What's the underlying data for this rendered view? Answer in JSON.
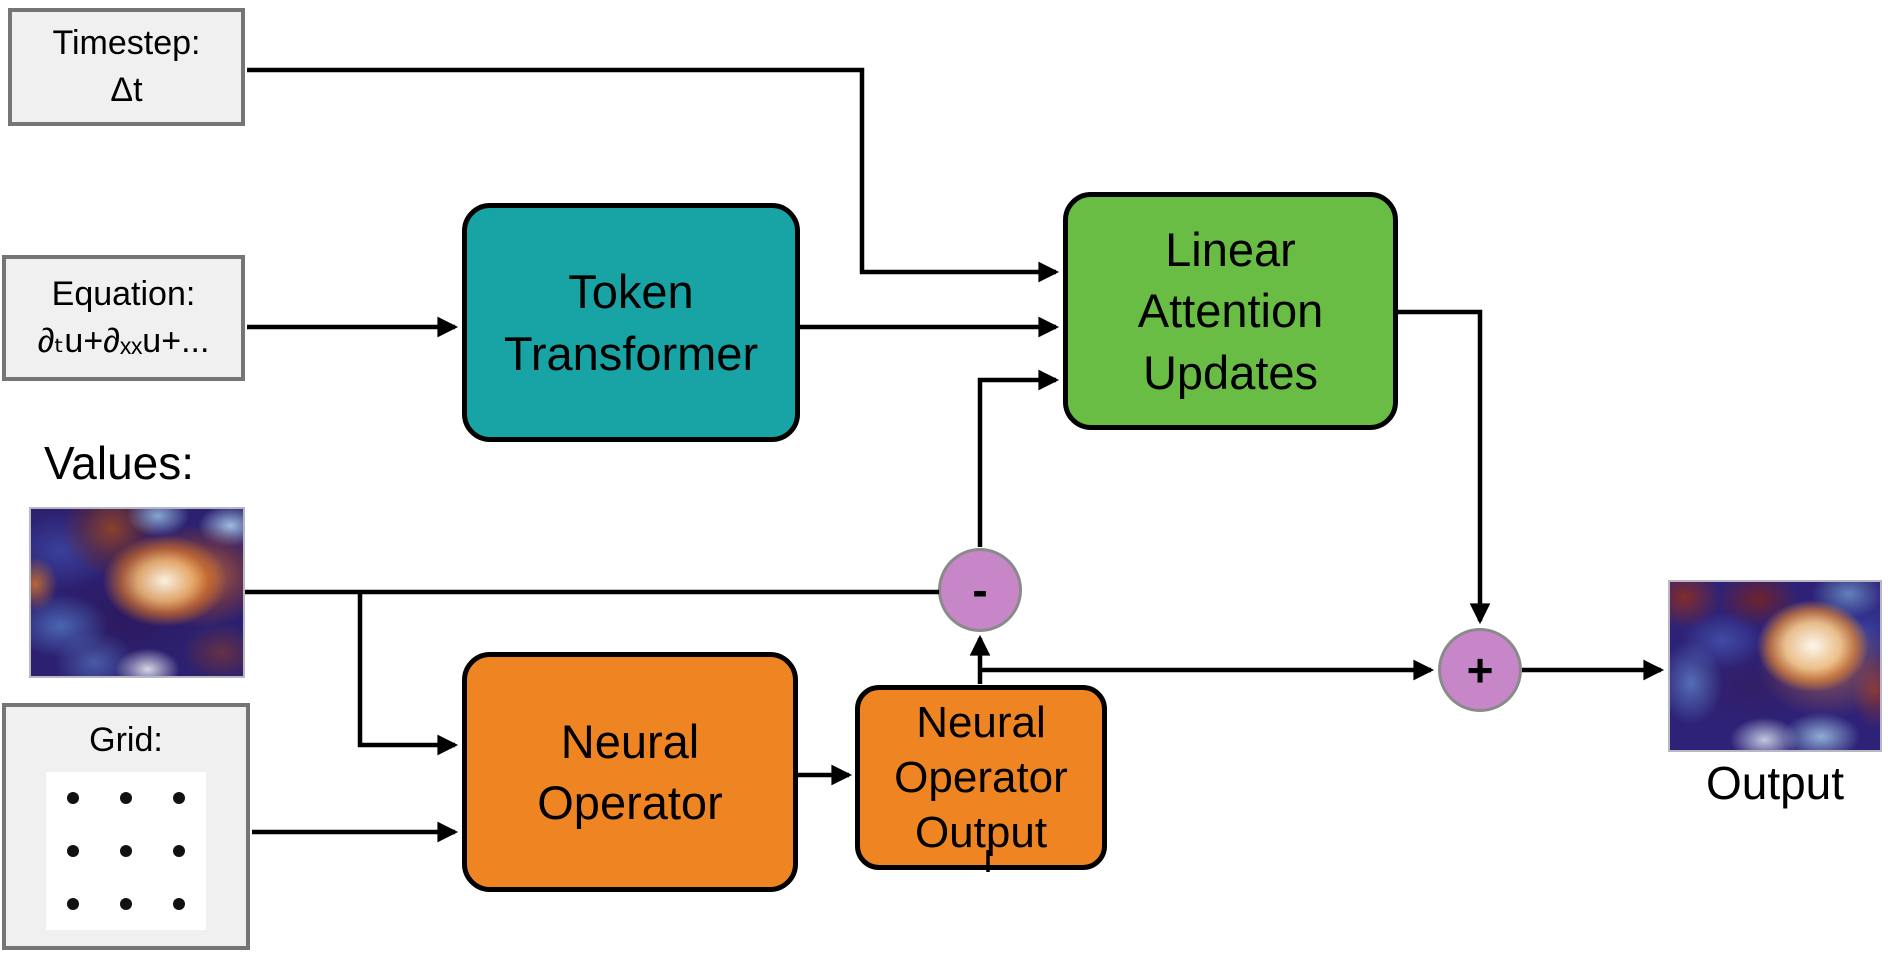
{
  "nodes": {
    "timestep": {
      "line1": "Timestep:",
      "line2": "Δt"
    },
    "equation": {
      "line1": "Equation:",
      "line2": "∂ₜu+∂ₓₓu+..."
    },
    "values": {
      "label": "Values:"
    },
    "grid": {
      "label": "Grid:"
    },
    "token_transformer": {
      "line1": "Token",
      "line2": "Transformer"
    },
    "linear_attention": {
      "line1": "Linear",
      "line2": "Attention",
      "line3": "Updates"
    },
    "neural_operator": {
      "line1": "Neural",
      "line2": "Operator"
    },
    "neural_operator_output": {
      "line1": "Neural",
      "line2": "Operator",
      "line3": "Output"
    },
    "minus_op": "-",
    "plus_op": "+",
    "output": {
      "label": "Output"
    }
  },
  "edges": [
    {
      "from": "timestep",
      "to": "linear_attention"
    },
    {
      "from": "equation",
      "to": "token_transformer"
    },
    {
      "from": "token_transformer",
      "to": "linear_attention"
    },
    {
      "from": "values",
      "to": "minus"
    },
    {
      "from": "values",
      "to": "neural_operator"
    },
    {
      "from": "grid",
      "to": "neural_operator"
    },
    {
      "from": "neural_operator",
      "to": "neural_operator_output"
    },
    {
      "from": "neural_operator_output",
      "to": "minus"
    },
    {
      "from": "neural_operator_output",
      "to": "plus"
    },
    {
      "from": "minus",
      "to": "linear_attention"
    },
    {
      "from": "linear_attention",
      "to": "plus"
    },
    {
      "from": "plus",
      "to": "output"
    }
  ],
  "colors": {
    "input_box_fill": "#f0f0f0",
    "input_box_border": "#757575",
    "token_transformer": "#18a4a4",
    "linear_attention": "#69bd44",
    "neural_operator": "#ef8522",
    "operator_circle": "#c686c8",
    "arrow": "#000000"
  }
}
